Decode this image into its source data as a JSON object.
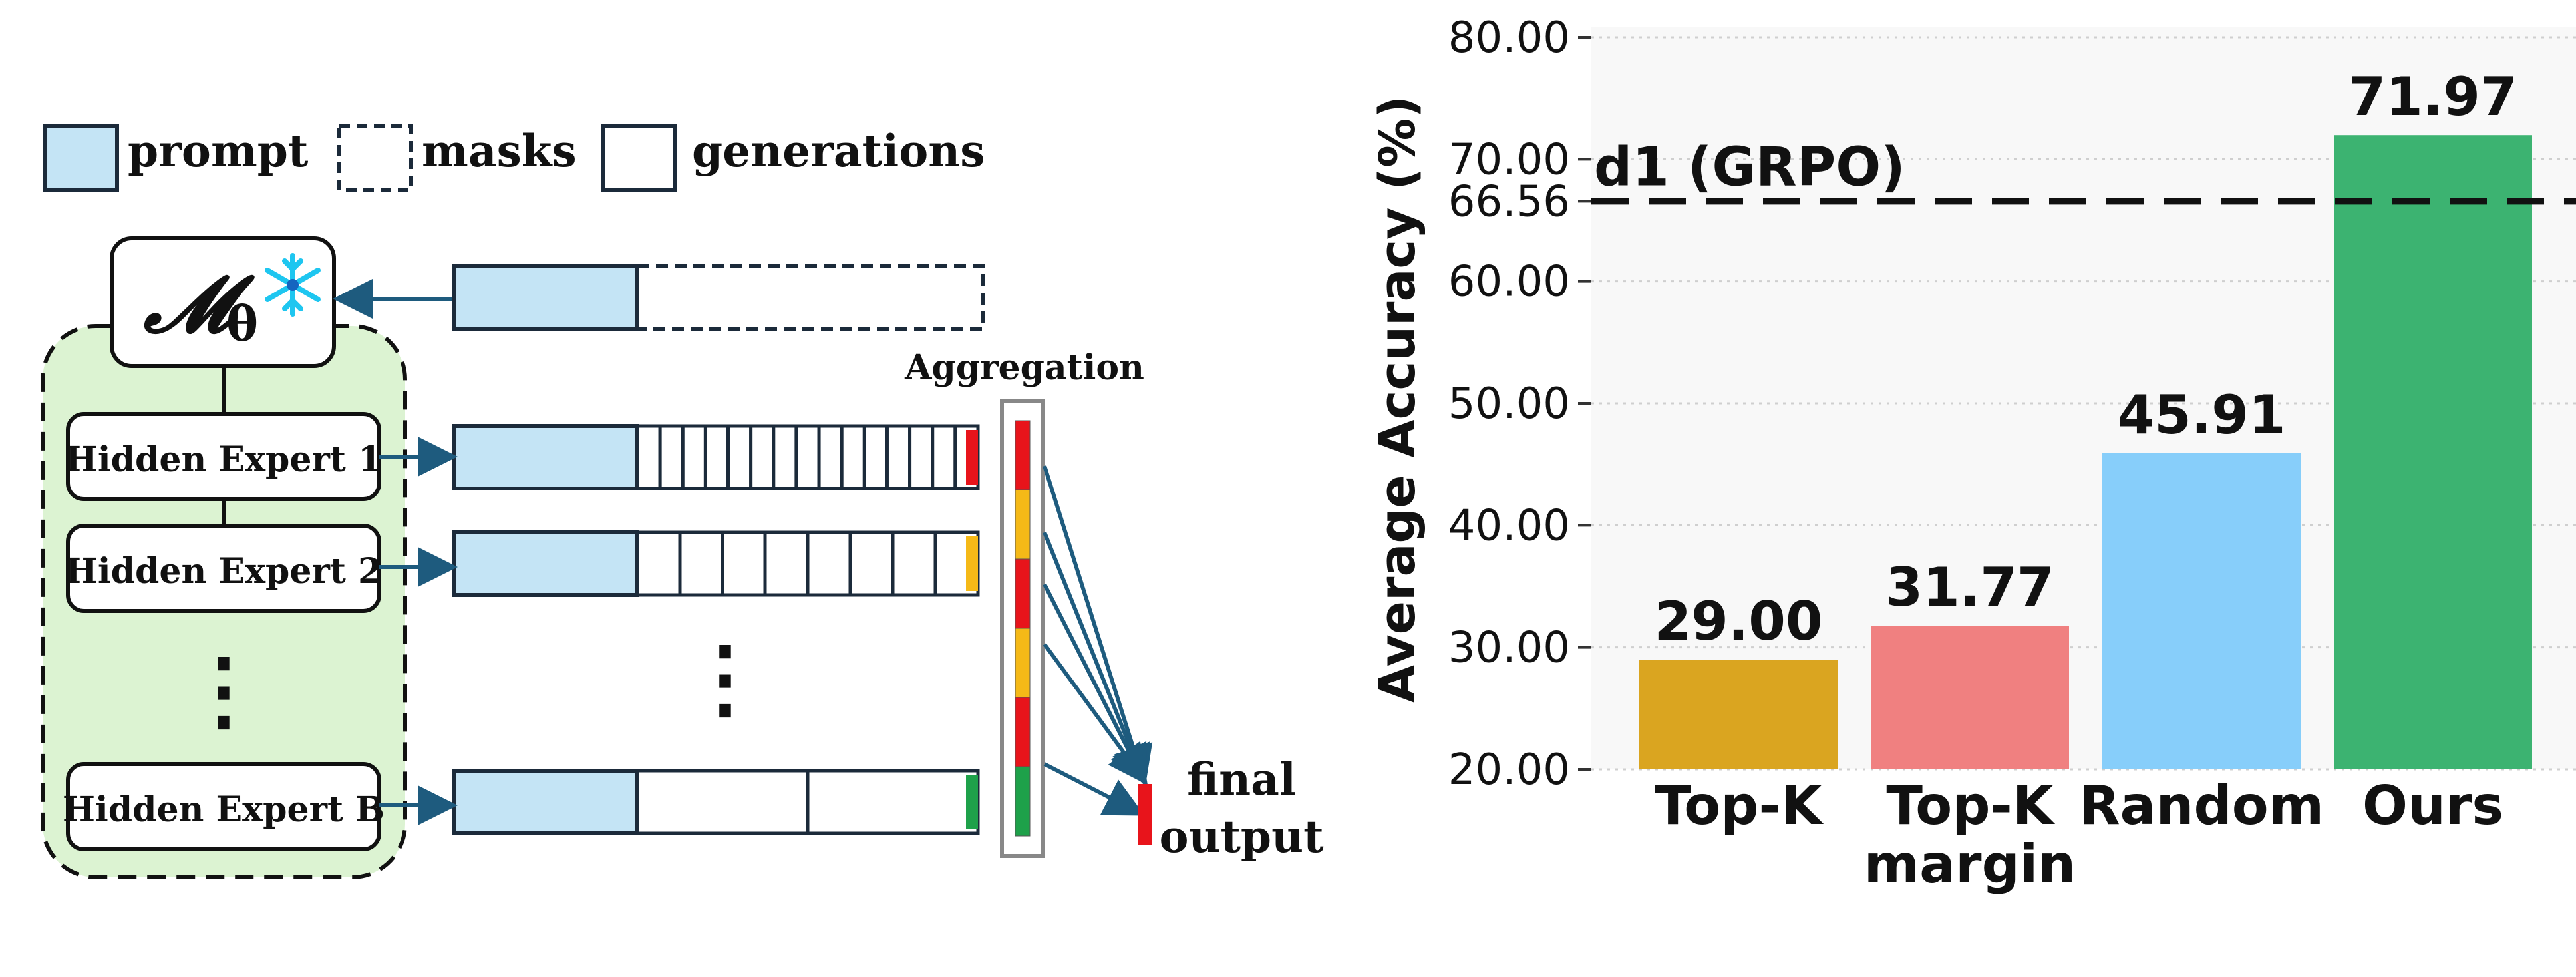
{
  "diagram": {
    "legend": {
      "prompt": "prompt",
      "masks": "masks",
      "generations": "generations"
    },
    "model_label": "𝓜",
    "model_subscript": "θ",
    "model_icon": "snowflake-icon",
    "experts": [
      {
        "label": "Hidden Expert 1",
        "mask_cells": 15,
        "end_color": "#e8141b"
      },
      {
        "label": "Hidden Expert 2",
        "mask_cells": 8,
        "end_color": "#f5b917"
      },
      {
        "label": "Hidden Expert B",
        "mask_cells": 2,
        "end_color": "#1ea14a"
      }
    ],
    "ellipsis": "⋮",
    "aggregation_title": "Aggregation",
    "aggregation_cells": [
      "#e8141b",
      "#f5b917",
      "#e8141b",
      "#f5b917",
      "#e8141b",
      "#1ea14a"
    ],
    "final_output_line1": "final",
    "final_output_line2": "output",
    "final_color": "#e8141b",
    "colors": {
      "prompt_fill": "#c4e4f5",
      "outline": "#1b2a3a",
      "expert_group_fill": "#dcf3d2",
      "arrow": "#1e5b7e",
      "aggregation_border": "#888888"
    }
  },
  "chart_data": {
    "type": "bar",
    "categories": [
      "Top-K",
      "Top-K\nmargin",
      "Random",
      "Ours"
    ],
    "values": [
      29.0,
      31.77,
      45.91,
      71.97
    ],
    "value_labels": [
      "29.00",
      "31.77",
      "45.91",
      "71.97"
    ],
    "colors": [
      "#daa520",
      "#f08080",
      "#87cefa",
      "#3cb371"
    ],
    "ylabel": "Average Accuracy (%)",
    "ylim": [
      20,
      80
    ],
    "yticks": [
      20,
      30,
      40,
      50,
      60,
      66.56,
      70,
      80
    ],
    "ytick_labels": [
      "20.00",
      "30.00",
      "40.00",
      "50.00",
      "60.00",
      "66.56",
      "70.00",
      "80.00"
    ],
    "reference_line": {
      "value": 66.56,
      "label": "d1 (GRPO)",
      "style": "dashed"
    },
    "grid": "horizontal-dotted",
    "background": "#f8f8f8"
  }
}
